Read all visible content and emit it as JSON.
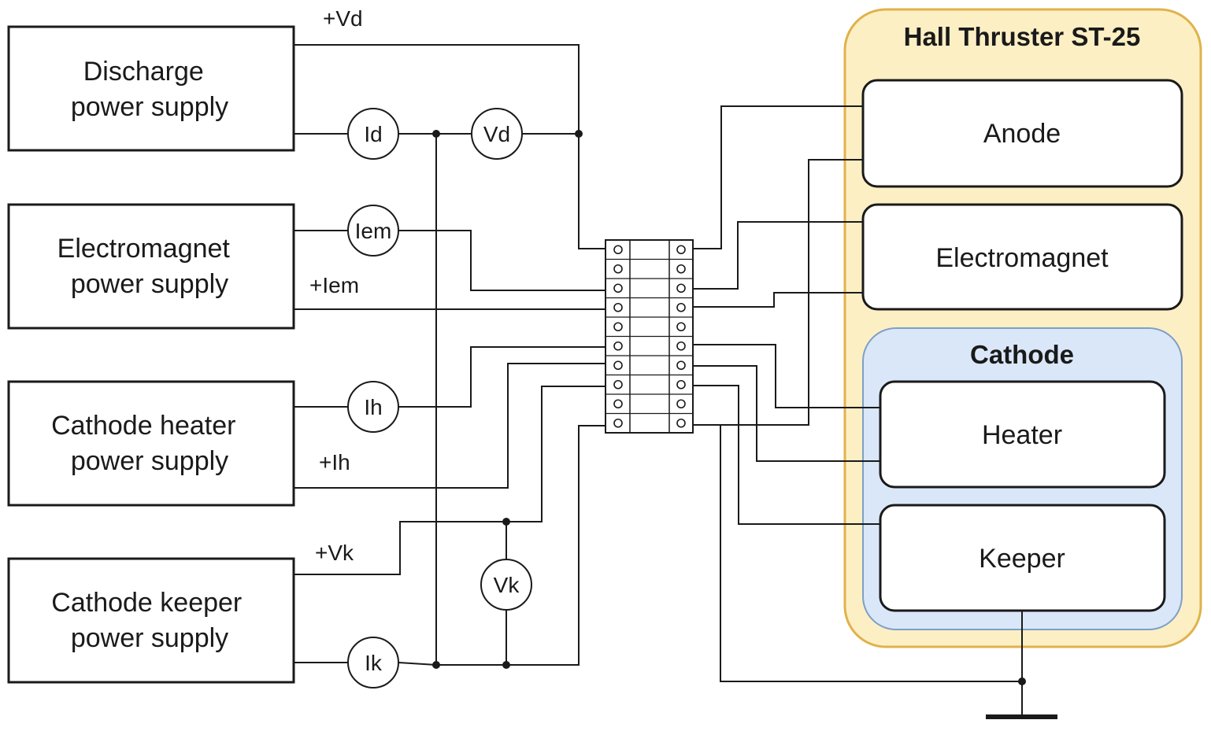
{
  "supplies": {
    "discharge": [
      "Discharge",
      "power supply"
    ],
    "electromagnet": [
      "Electromagnet",
      "power supply"
    ],
    "heater": [
      "Cathode heater",
      "power supply"
    ],
    "keeper": [
      "Cathode keeper",
      "power supply"
    ]
  },
  "polarity": {
    "vd": "+Vd",
    "iem": "+Iem",
    "ih": "+Ih",
    "vk": "+Vk"
  },
  "meters": {
    "id": "Id",
    "vd": "Vd",
    "iem": "Iem",
    "ih": "Ih",
    "vk": "Vk",
    "ik": "Ik"
  },
  "thruster": {
    "title": "Hall Thruster ST-25",
    "anode": "Anode",
    "electromagnet": "Electromagnet",
    "cathode": {
      "title": "Cathode",
      "heater": "Heater",
      "keeper": "Keeper"
    }
  },
  "colors": {
    "thruster_fill": "#fdefc4",
    "thruster_border": "#e0b24c",
    "cathode_fill": "#dae7f8",
    "cathode_border": "#7d9fc8",
    "line": "#1a1a1a"
  }
}
